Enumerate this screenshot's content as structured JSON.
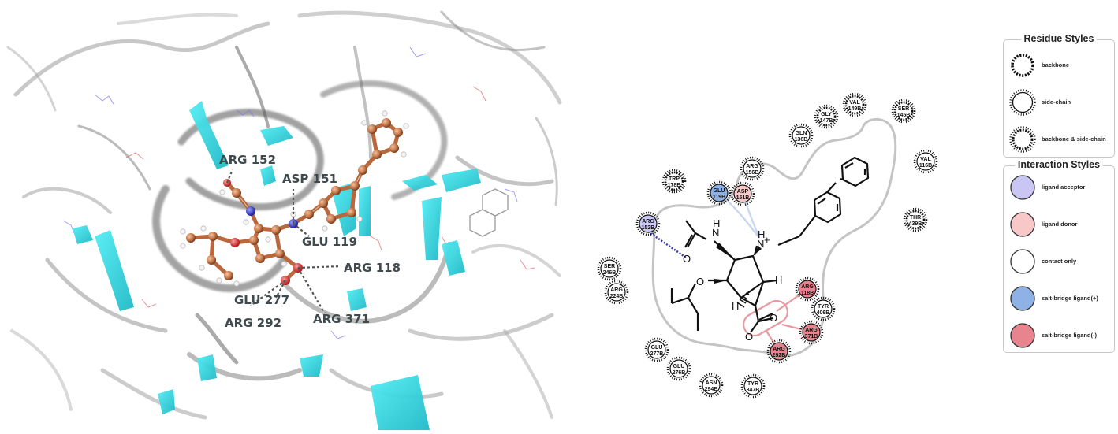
{
  "view3d": {
    "labels": {
      "arg152": "ARG  152",
      "asp151": "ASP  151",
      "glu119": "GLU  119",
      "arg118": "ARG  118",
      "glu277": "GLU  277",
      "arg292": "ARG  292",
      "arg371": "ARG  371"
    },
    "colors": {
      "sheet": "#2fd4e0",
      "surface": "#8a8a8a",
      "ligand": "#c8784a"
    }
  },
  "diagram": {
    "residues": {
      "val149": [
        "VAL",
        "149B"
      ],
      "ser145": [
        "SER",
        "145B"
      ],
      "gly147": [
        "GLY",
        "147B"
      ],
      "gln136": [
        "GLN",
        "136B"
      ],
      "val116": [
        "VAL",
        "116B"
      ],
      "arg156": [
        "ARG",
        "156B"
      ],
      "trp178": [
        "TRP",
        "178B"
      ],
      "glu119": [
        "GLU",
        "119B"
      ],
      "asp151": [
        "ASP",
        "151B"
      ],
      "thr439": [
        "THR",
        "439B"
      ],
      "arg152": [
        "ARG",
        "152B"
      ],
      "ser246": [
        "SER",
        "246B"
      ],
      "arg224": [
        "ARG",
        "224B"
      ],
      "arg118": [
        "ARG",
        "118B"
      ],
      "tyr406": [
        "TYR",
        "406B"
      ],
      "arg371": [
        "ARG",
        "371B"
      ],
      "arg292": [
        "ARG",
        "292B"
      ],
      "glu277": [
        "GLU",
        "277B"
      ],
      "glu276": [
        "GLU",
        "276B"
      ],
      "asn294": [
        "ASN",
        "294B"
      ],
      "tyr347": [
        "TYR",
        "347B"
      ]
    },
    "atoms": {
      "o_carbonyl": "O",
      "nh_amide": "N",
      "nh_amide_h": "H",
      "n_amine": "N",
      "n_amine_h": "H",
      "n_plus": "+",
      "o_ether": "O",
      "h1": "H",
      "h2": "H",
      "o_carboxyl": "O",
      "o_carboxylate": "O",
      "o_minus": "−"
    }
  },
  "legend": {
    "residue_title": "Residue Styles",
    "residue_items": [
      "backbone",
      "side-chain",
      "backbone & side-chain"
    ],
    "interaction_title": "Interaction Styles",
    "interaction_items": [
      {
        "label": "ligand acceptor",
        "color": "#c9c6f4"
      },
      {
        "label": "ligand donor",
        "color": "#f8c7c7"
      },
      {
        "label": "contact only",
        "color": "#ffffff"
      },
      {
        "label": "salt-bridge ligand(+)",
        "color": "#8fb2e6"
      },
      {
        "label": "salt-bridge ligand(-)",
        "color": "#e8848e"
      }
    ]
  }
}
